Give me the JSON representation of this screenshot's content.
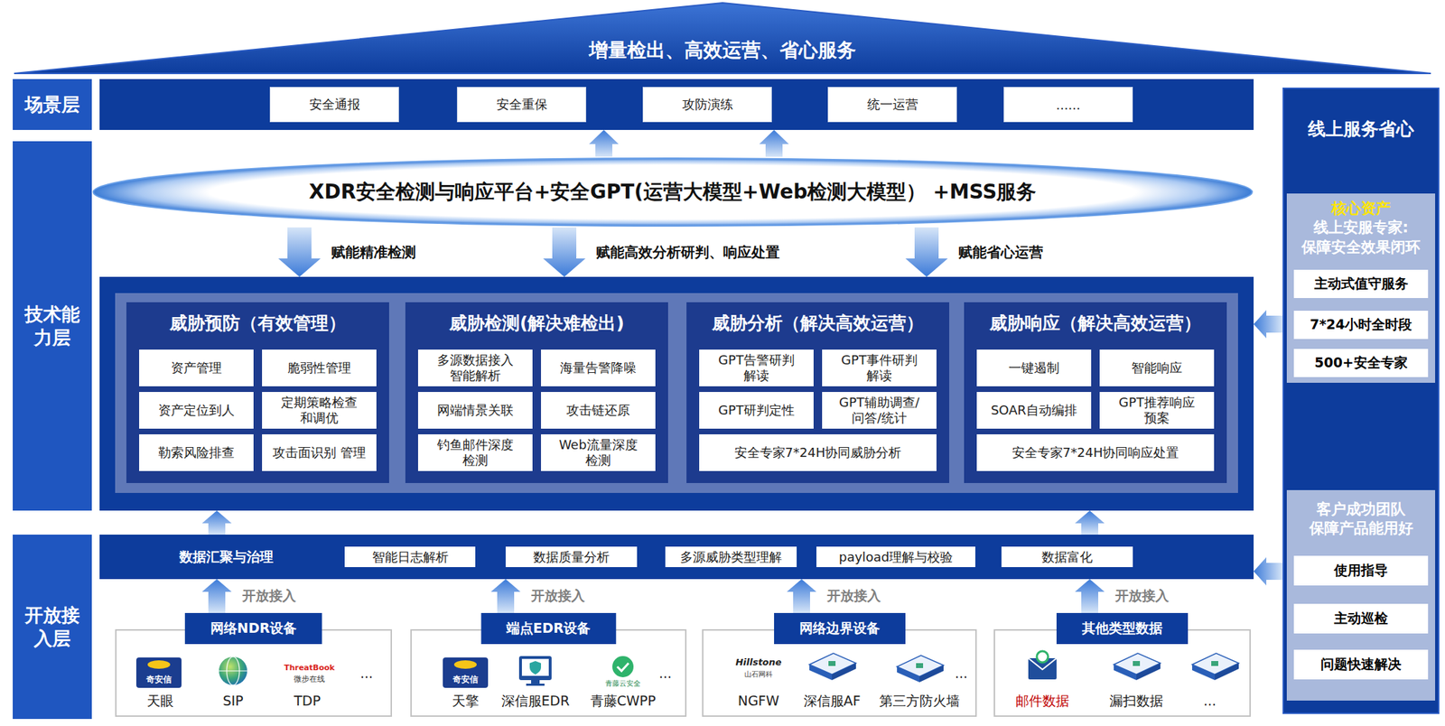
{
  "diagram": {
    "title": "增量检出、高效运营、省心服务",
    "nodes": [
      {
        "text": [
          "场景层"
        ]
      },
      {
        "text": []
      },
      {
        "text": [
          "安全通报"
        ],
        "in": 1
      },
      {
        "text": [
          "安全重保"
        ],
        "in": 1
      },
      {
        "text": [
          "攻防演练"
        ],
        "in": 1
      },
      {
        "text": [
          "统一运营"
        ],
        "in": 1
      },
      {
        "text": [
          "......"
        ],
        "in": 1
      },
      {
        "text": [
          "技术能力层"
        ]
      },
      {
        "text": [
          "XDR安全检测与响应平台+安全GPT(运营大模型+Web检测大模型） +MSS服务"
        ]
      },
      {
        "text": []
      },
      {
        "text": [
          "威胁预防（有效管理）"
        ],
        "in": 9
      },
      {
        "text": [
          "资产管理"
        ],
        "in": 10
      },
      {
        "text": [
          "脆弱性管理"
        ],
        "in": 10
      },
      {
        "text": [
          "资产定位到人"
        ],
        "in": 10
      },
      {
        "text": [
          "定期策略检查 和调优"
        ],
        "in": 10
      },
      {
        "text": [
          "勒索风险排查"
        ],
        "in": 10
      },
      {
        "text": [
          "攻击面识别 管理"
        ],
        "in": 10
      },
      {
        "text": [
          "威胁检测(解决难检出)"
        ],
        "in": 9
      },
      {
        "text": [
          "多源数据接入 智能解析"
        ],
        "in": 17
      },
      {
        "text": [
          "海量告警降噪"
        ],
        "in": 17
      },
      {
        "text": [
          "网端情景关联"
        ],
        "in": 17
      },
      {
        "text": [
          "攻击链还原"
        ],
        "in": 17
      },
      {
        "text": [
          "钓鱼邮件深度 检测"
        ],
        "in": 17
      },
      {
        "text": [
          "Web流量深度 检测"
        ],
        "in": 17
      },
      {
        "text": [
          "威胁分析（解决高效运营）"
        ],
        "in": 9
      },
      {
        "text": [
          "GPT告警研判 解读"
        ],
        "in": 24
      },
      {
        "text": [
          "GPT事件研判 解读"
        ],
        "in": 24
      },
      {
        "text": [
          "GPT研判定性"
        ],
        "in": 24
      },
      {
        "text": [
          "GPT辅助调查/ 问答/统计"
        ],
        "in": 24
      },
      {
        "text": [
          "安全专家7*24H协同威胁分析"
        ],
        "in": 24
      },
      {
        "text": [
          "威胁响应（解决高效运营）"
        ],
        "in": 9
      },
      {
        "text": [
          "一键遏制"
        ],
        "in": 30
      },
      {
        "text": [
          "智能响应"
        ],
        "in": 30
      },
      {
        "text": [
          "SOAR自动编排"
        ],
        "in": 30
      },
      {
        "text": [
          "GPT推荐响应 预案"
        ],
        "in": 30
      },
      {
        "text": [
          "安全专家7*24H协同响应处置"
        ],
        "in": 30
      },
      {
        "text": [
          "开放接入层"
        ]
      },
      {
        "text": [
          "数据汇聚与治理"
        ]
      },
      {
        "text": [
          "智能日志解析"
        ],
        "in": 37
      },
      {
        "text": [
          "数据质量分析"
        ],
        "in": 37
      },
      {
        "text": [
          "多源威胁类型理解"
        ],
        "in": 37
      },
      {
        "text": [
          "payload理解与校验"
        ],
        "in": 37
      },
      {
        "text": [
          "数据富化"
        ],
        "in": 37
      },
      {
        "text": [
          "网络NDR设备"
        ]
      },
      {
        "text": [
          "端点EDR设备"
        ]
      },
      {
        "text": [
          "网络边界设备"
        ]
      },
      {
        "text": [
          "其他类型数据"
        ]
      },
      {
        "text": [
          "线上服务省心"
        ]
      },
      {
        "text": [
          "核心资产",
          "线上安服专家: 保障安全效果闭环"
        ],
        "in": 47
      },
      {
        "text": [
          "主动式值守服务"
        ],
        "in": 48
      },
      {
        "text": [
          "7*24小时全时段"
        ],
        "in": 48
      },
      {
        "text": [
          "500+安全专家"
        ],
        "in": 48
      },
      {
        "text": [
          "客户成功团队 保障产品能用好"
        ],
        "in": 47
      },
      {
        "text": [
          "使用指导"
        ],
        "in": 52
      },
      {
        "text": [
          "主动巡检"
        ],
        "in": 52
      },
      {
        "text": [
          "问题快速解决"
        ],
        "in": 52
      }
    ],
    "edges": [
      {
        "from": 8,
        "to": 1,
        "arrow": "to"
      },
      {
        "from": 8,
        "to": 1,
        "arrow": "to"
      },
      {
        "from": 8,
        "to": 9,
        "arrow": "to",
        "label": "赋能精准检测"
      },
      {
        "from": 8,
        "to": 9,
        "arrow": "to",
        "label": "赋能高效分析研判、响应处置"
      },
      {
        "from": 8,
        "to": 9,
        "arrow": "to",
        "label": "赋能省心运营"
      },
      {
        "from": 37,
        "to": 9,
        "arrow": "to"
      },
      {
        "from": 37,
        "to": 9,
        "arrow": "to"
      },
      {
        "from": 43,
        "to": 37,
        "arrow": "to",
        "label": "开放接入"
      },
      {
        "from": 44,
        "to": 37,
        "arrow": "to",
        "label": "开放接入"
      },
      {
        "from": 45,
        "to": 37,
        "arrow": "to",
        "label": "开放接入"
      },
      {
        "from": 46,
        "to": 37,
        "arrow": "to",
        "label": "开放接入"
      },
      {
        "from": 47,
        "to": 9,
        "arrow": "to"
      },
      {
        "from": 47,
        "to": 37,
        "arrow": "to"
      }
    ],
    "labels": [
      "奇安信",
      "天眼",
      "SIP",
      "ThreatBook",
      "微步在线",
      "TDP",
      "...",
      "奇安信",
      "天擎",
      "深信服EDR",
      "青藤云安全",
      "青藤CWPP",
      "...",
      "Hillstone",
      "山石网科",
      "NGFW",
      "深信服AF",
      "第三方防火墙",
      "...",
      "邮件数据",
      "漏扫数据",
      "..."
    ]
  }
}
